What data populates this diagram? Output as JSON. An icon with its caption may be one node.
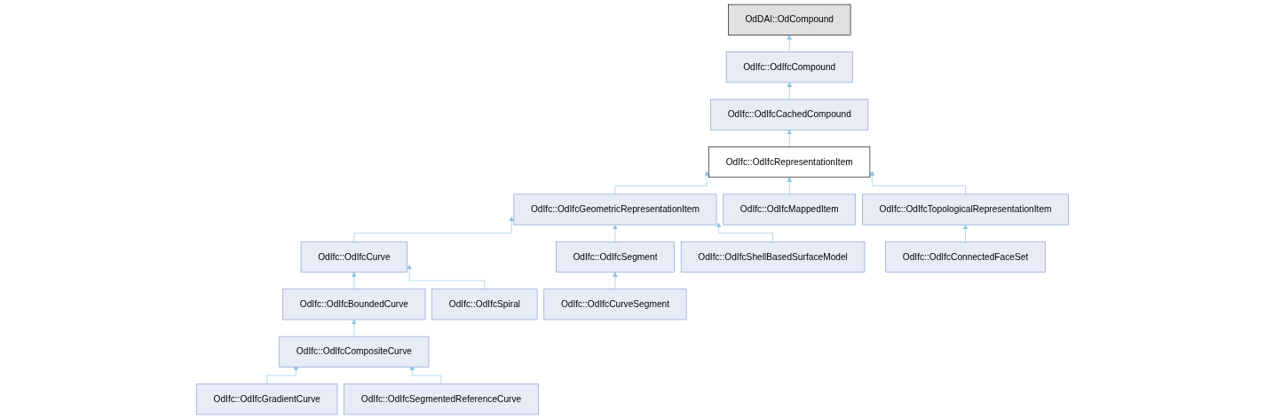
{
  "diagram": {
    "nodes": [
      {
        "text": [
          "OdDAI::OdCompound"
        ]
      },
      {
        "text": [
          "OdIfc::OdIfcCompound"
        ]
      },
      {
        "text": [
          "OdIfc::OdIfcCachedCompound"
        ]
      },
      {
        "text": [
          "OdIfc::OdIfcRepresentationItem"
        ]
      },
      {
        "text": [
          "OdIfc::OdIfcGeometricRepresentationItem"
        ]
      },
      {
        "text": [
          "OdIfc::OdIfcMappedItem"
        ]
      },
      {
        "text": [
          "OdIfc::OdIfcTopologicalRepresentationItem"
        ]
      },
      {
        "text": [
          "OdIfc::OdIfcCurve"
        ]
      },
      {
        "text": [
          "OdIfc::OdIfcSegment"
        ]
      },
      {
        "text": [
          "OdIfc::OdIfcShellBasedSurfaceModel"
        ]
      },
      {
        "text": [
          "OdIfc::OdIfcConnectedFaceSet"
        ]
      },
      {
        "text": [
          "OdIfc::OdIfcBoundedCurve"
        ]
      },
      {
        "text": [
          "OdIfc::OdIfcSpiral"
        ]
      },
      {
        "text": [
          "OdIfc::OdIfcCurveSegment"
        ]
      },
      {
        "text": [
          "OdIfc::OdIfcCompositeCurve"
        ]
      },
      {
        "text": [
          "OdIfc::OdIfcGradientCurve"
        ]
      },
      {
        "text": [
          "OdIfc::OdIfcSegmentedReferenceCurve"
        ]
      }
    ],
    "edges": [
      {
        "from": 1,
        "to": 0,
        "arrow": "to"
      },
      {
        "from": 2,
        "to": 1,
        "arrow": "to"
      },
      {
        "from": 3,
        "to": 2,
        "arrow": "to"
      },
      {
        "from": 4,
        "to": 3,
        "arrow": "to"
      },
      {
        "from": 5,
        "to": 3,
        "arrow": "to"
      },
      {
        "from": 6,
        "to": 3,
        "arrow": "to"
      },
      {
        "from": 7,
        "to": 4,
        "arrow": "to"
      },
      {
        "from": 8,
        "to": 4,
        "arrow": "to"
      },
      {
        "from": 9,
        "to": 4,
        "arrow": "to"
      },
      {
        "from": 10,
        "to": 6,
        "arrow": "to"
      },
      {
        "from": 11,
        "to": 7,
        "arrow": "to"
      },
      {
        "from": 12,
        "to": 7,
        "arrow": "to"
      },
      {
        "from": 13,
        "to": 8,
        "arrow": "to"
      },
      {
        "from": 14,
        "to": 11,
        "arrow": "to"
      },
      {
        "from": 15,
        "to": 14,
        "arrow": "to"
      },
      {
        "from": 16,
        "to": 14,
        "arrow": "to"
      }
    ]
  }
}
